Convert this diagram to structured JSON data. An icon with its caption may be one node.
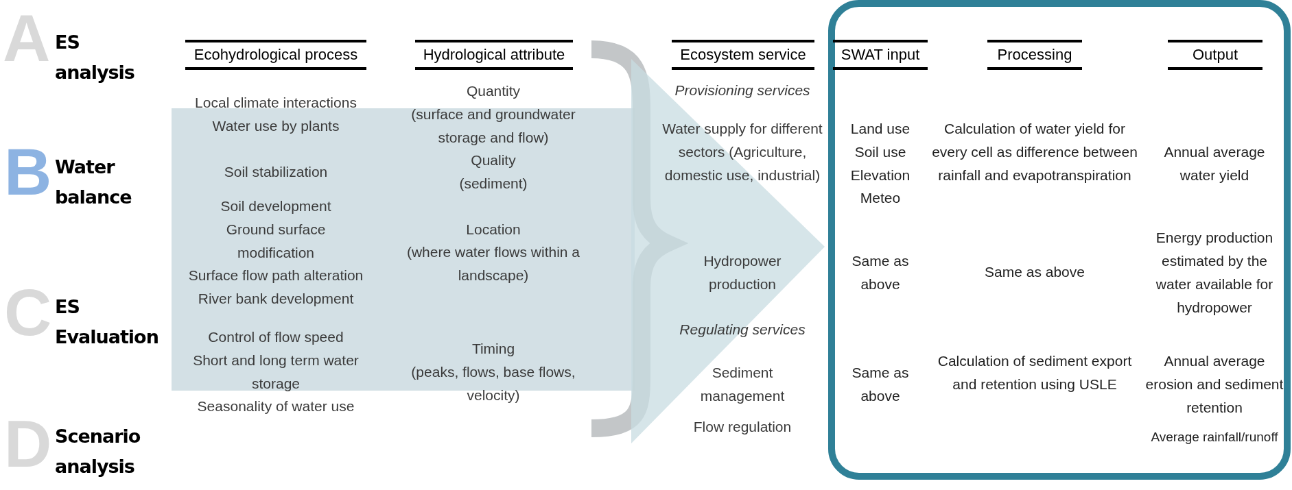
{
  "diagram": {
    "labels": [
      "A",
      "ES analysis",
      "B",
      "Water balance",
      "C",
      "ES Evaluation",
      "D",
      "Scenario analysis",
      "Ecohydrological process",
      "Hydrological attribute",
      "Ecosystem service",
      "SWAT input",
      "Processing",
      "Output",
      "Local climate interactions",
      "Water use by plants",
      "Soil stabilization",
      "Soil development",
      "Ground surface modification",
      "Surface flow path alteration",
      "River bank development",
      "Control of flow speed",
      "Short and long term water storage",
      "Seasonality of water use",
      "Quantity",
      "(surface and groundwater storage and flow)",
      "Quality",
      "(sediment)",
      "Location",
      "(where water flows within a landscape)",
      "Timing",
      "(peaks, flows, base flows, velocity)",
      "Provisioning services",
      "Water supply for different sectors (Agriculture, domestic use, industrial)",
      "Hydropower production",
      "Regulating services",
      "Sediment management",
      "Flow regulation",
      "Land use",
      "Soil use",
      "Elevation",
      "Meteo",
      "Same as above",
      "Same as above",
      "Calculation of water yield for every cell as difference between rainfall and evapotranspiration",
      "Same as above",
      "Calculation of sediment export and retention using USLE",
      "Annual average water yield",
      "Energy production estimated by the water available for hydropower",
      "Annual average erosion and sediment retention",
      "Average rainfall/runoff"
    ]
  }
}
